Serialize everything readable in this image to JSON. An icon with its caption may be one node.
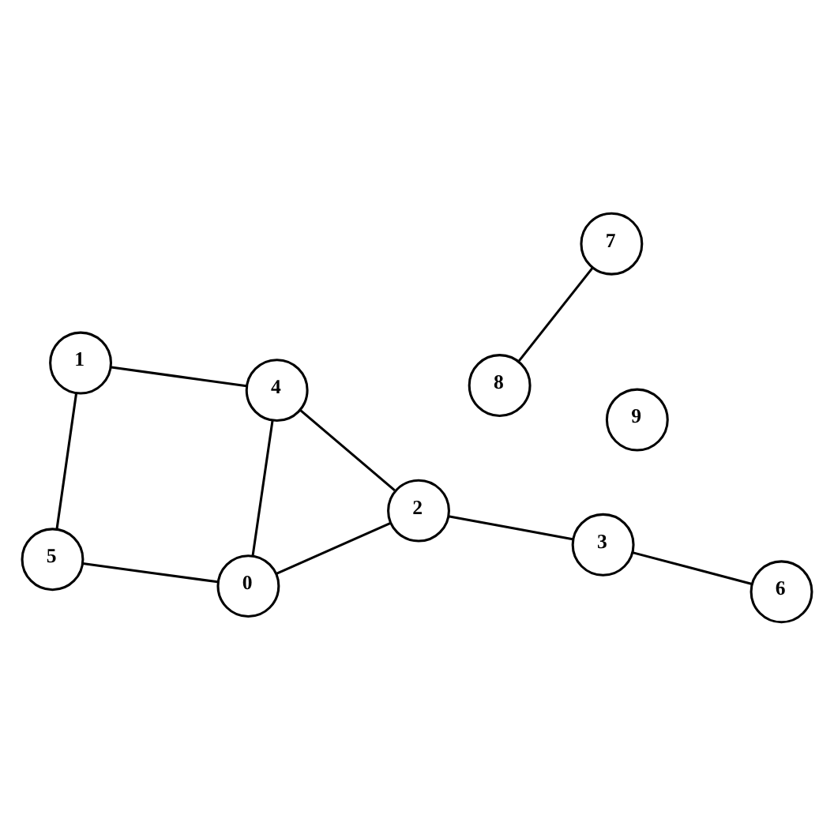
{
  "diagram": {
    "nodes": [
      {
        "text": [
          "0"
        ]
      },
      {
        "text": [
          "1"
        ]
      },
      {
        "text": [
          "2"
        ]
      },
      {
        "text": [
          "3"
        ]
      },
      {
        "text": [
          "4"
        ]
      },
      {
        "text": [
          "5"
        ]
      },
      {
        "text": [
          "6"
        ]
      },
      {
        "text": [
          "7"
        ]
      },
      {
        "text": [
          "8"
        ]
      },
      {
        "text": [
          "9"
        ]
      }
    ],
    "edges": [
      {
        "from": 1,
        "to": 4,
        "arrow": "none"
      },
      {
        "from": 1,
        "to": 5,
        "arrow": "none"
      },
      {
        "from": 3,
        "to": 2,
        "arrow": "none"
      },
      {
        "from": 3,
        "to": 6,
        "arrow": "none"
      },
      {
        "from": 4,
        "to": 2,
        "arrow": "none"
      },
      {
        "from": 4,
        "to": 0,
        "arrow": "none"
      },
      {
        "from": 2,
        "to": 0,
        "arrow": "none"
      },
      {
        "from": 0,
        "to": 5,
        "arrow": "none"
      },
      {
        "from": 7,
        "to": 8,
        "arrow": "none"
      }
    ]
  }
}
